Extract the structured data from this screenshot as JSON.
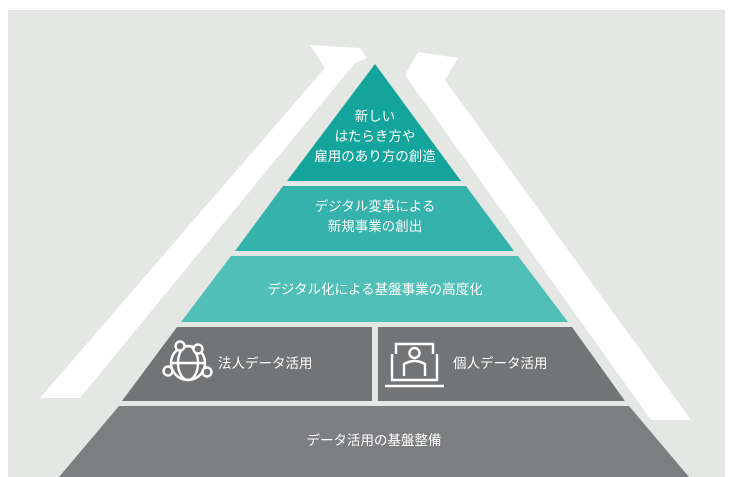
{
  "colors": {
    "background": "#e4e7e4",
    "arrow": "#ffffff",
    "teal_top": "#13a59c",
    "teal_mid": "#35b2ab",
    "teal_low": "#4fbfb8",
    "gray_tier": "#737476",
    "gray_base": "#7d7e80",
    "text": "#ffffff"
  },
  "pyramid": {
    "apex": {
      "lines": [
        "新しい",
        "はたらき方や",
        "雇用のあり方の創造"
      ]
    },
    "upper": {
      "lines": [
        "デジタル変革による",
        "新規事業の創出"
      ]
    },
    "middle": {
      "label": "デジタル化による基盤事業の高度化"
    },
    "data_left": {
      "label": "法人データ活用",
      "icon": "corporate-network-icon"
    },
    "data_right": {
      "label": "個人データ活用",
      "icon": "person-profile-icon"
    },
    "base": {
      "label": "データ活用の基盤整備"
    }
  }
}
